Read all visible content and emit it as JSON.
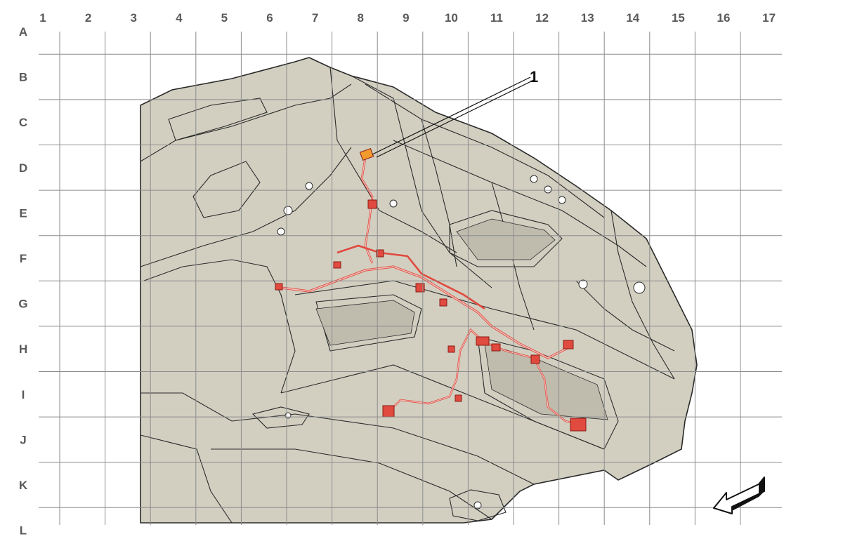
{
  "grid": {
    "columns": [
      "1",
      "2",
      "3",
      "4",
      "5",
      "6",
      "7",
      "8",
      "9",
      "10",
      "11",
      "12",
      "13",
      "14",
      "15",
      "16",
      "17"
    ],
    "rows": [
      "A",
      "B",
      "C",
      "D",
      "E",
      "F",
      "G",
      "H",
      "I",
      "J",
      "K",
      "L"
    ]
  },
  "callouts": [
    {
      "label": "1"
    }
  ],
  "colors": {
    "body_fill": "#d2cfc1",
    "body_line": "#2a2a2a",
    "grid_line": "#8c8c8c",
    "label_text": "#5a5a5a",
    "harness": "#e04a3f",
    "harness_fill": "#f3c6c0",
    "connector_highlight": "#f29a2e",
    "background": "#ffffff"
  },
  "icons": {
    "direction_arrow": "front-direction-arrow-icon"
  }
}
